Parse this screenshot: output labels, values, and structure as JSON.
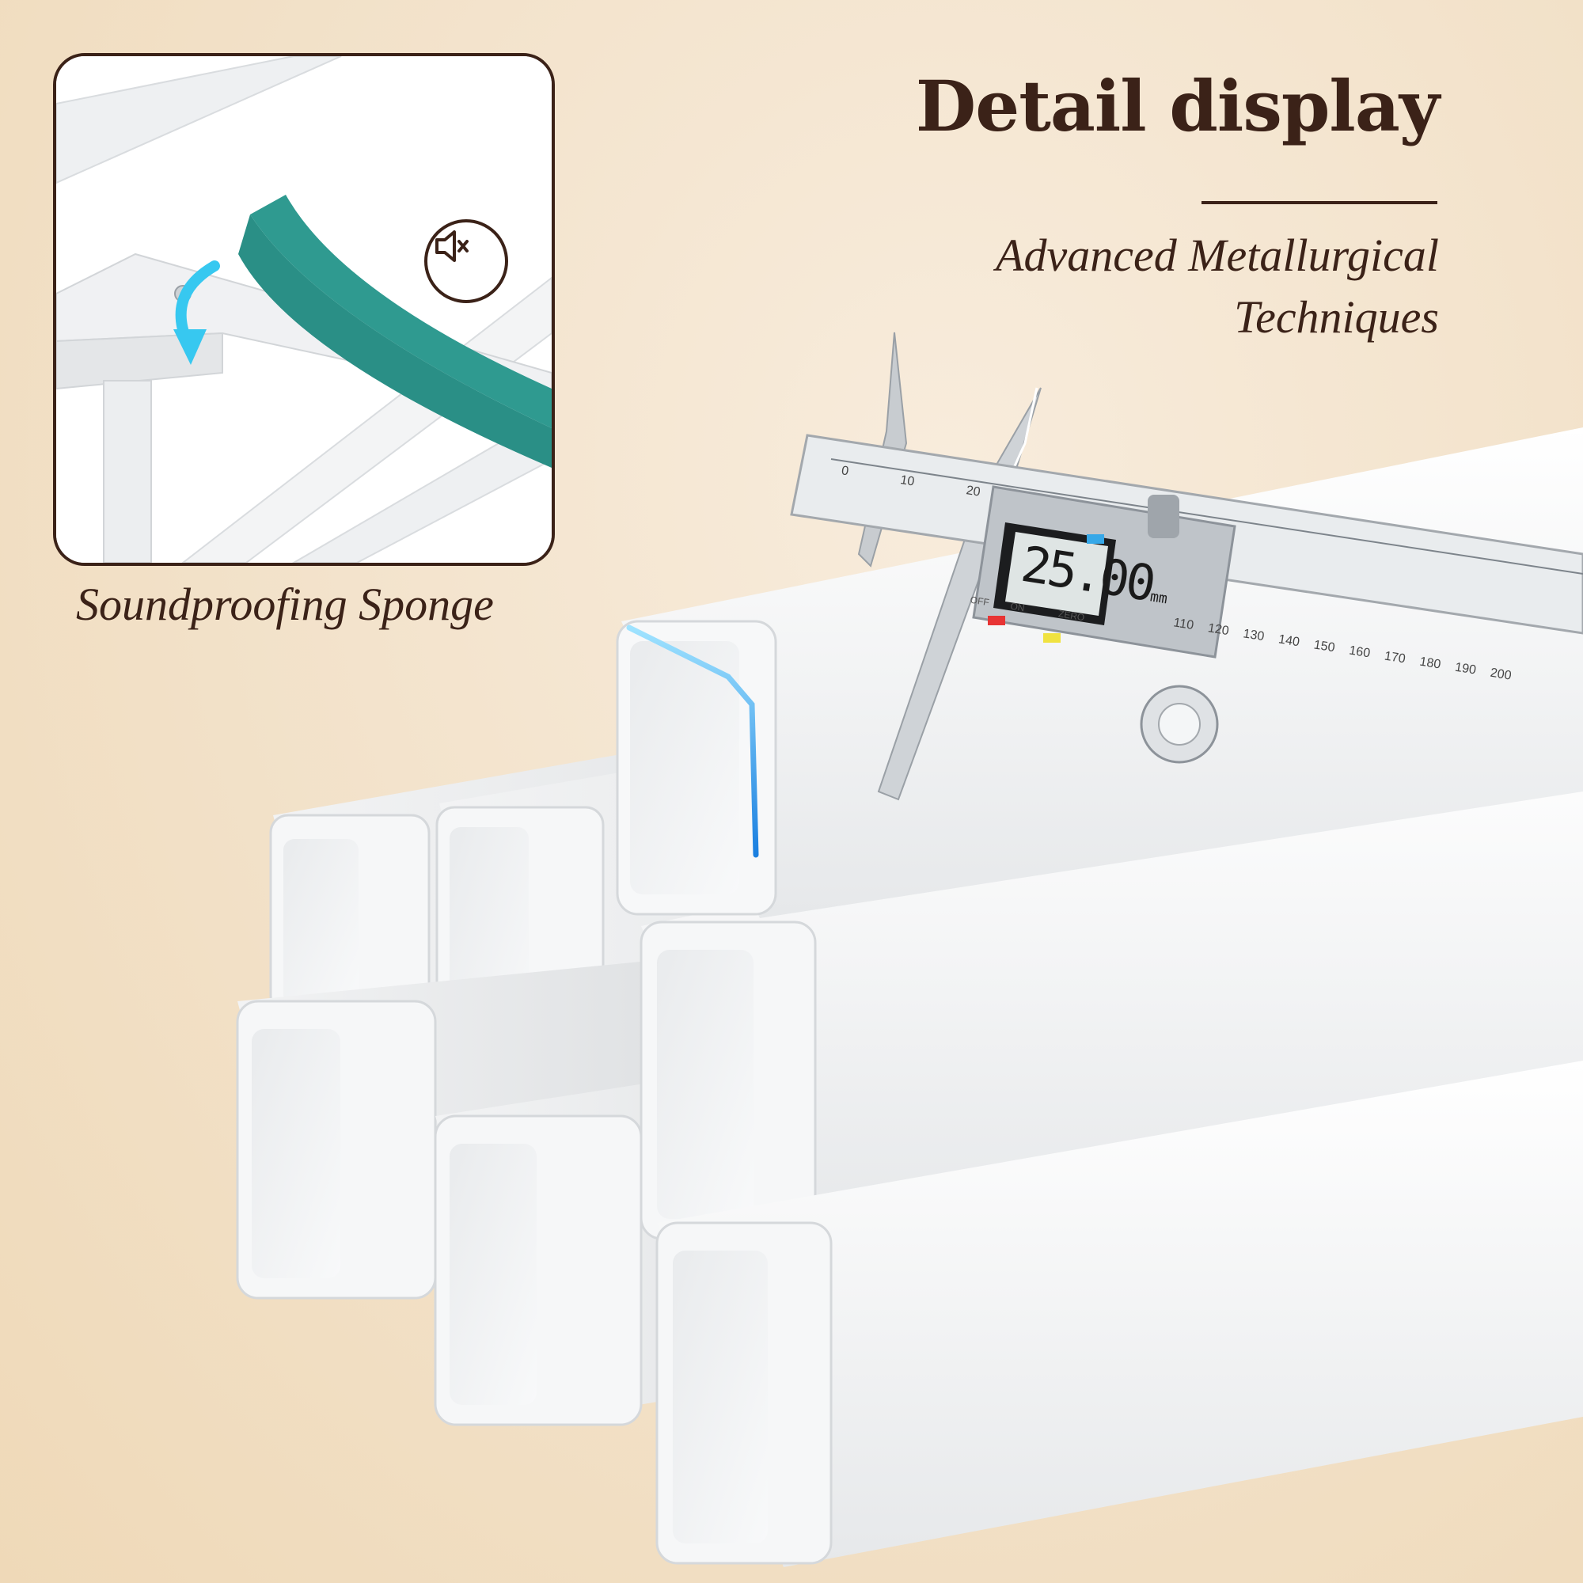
{
  "header": {
    "title": "Detail display",
    "subtitle_lines": [
      "Advanced Metallurgical",
      "Techniques"
    ]
  },
  "inset": {
    "caption": "Soundproofing Sponge",
    "badge_icon": "mute-speaker-icon"
  },
  "caliper": {
    "reading": "25.00",
    "unit": "mm",
    "off_label": "OFF",
    "on_label": "ON",
    "zero_label": "ZERO",
    "upper_ticks": [
      "0",
      "10",
      "20"
    ],
    "lower_ticks": [
      "110",
      "120",
      "130",
      "140",
      "150",
      "160",
      "170",
      "180",
      "190",
      "200"
    ]
  },
  "colors": {
    "text_dark": "#3b2218",
    "sponge_teal": "#2a8f86",
    "accent_cyan": "#37c8f0",
    "tube_white": "#f4f5f6"
  }
}
